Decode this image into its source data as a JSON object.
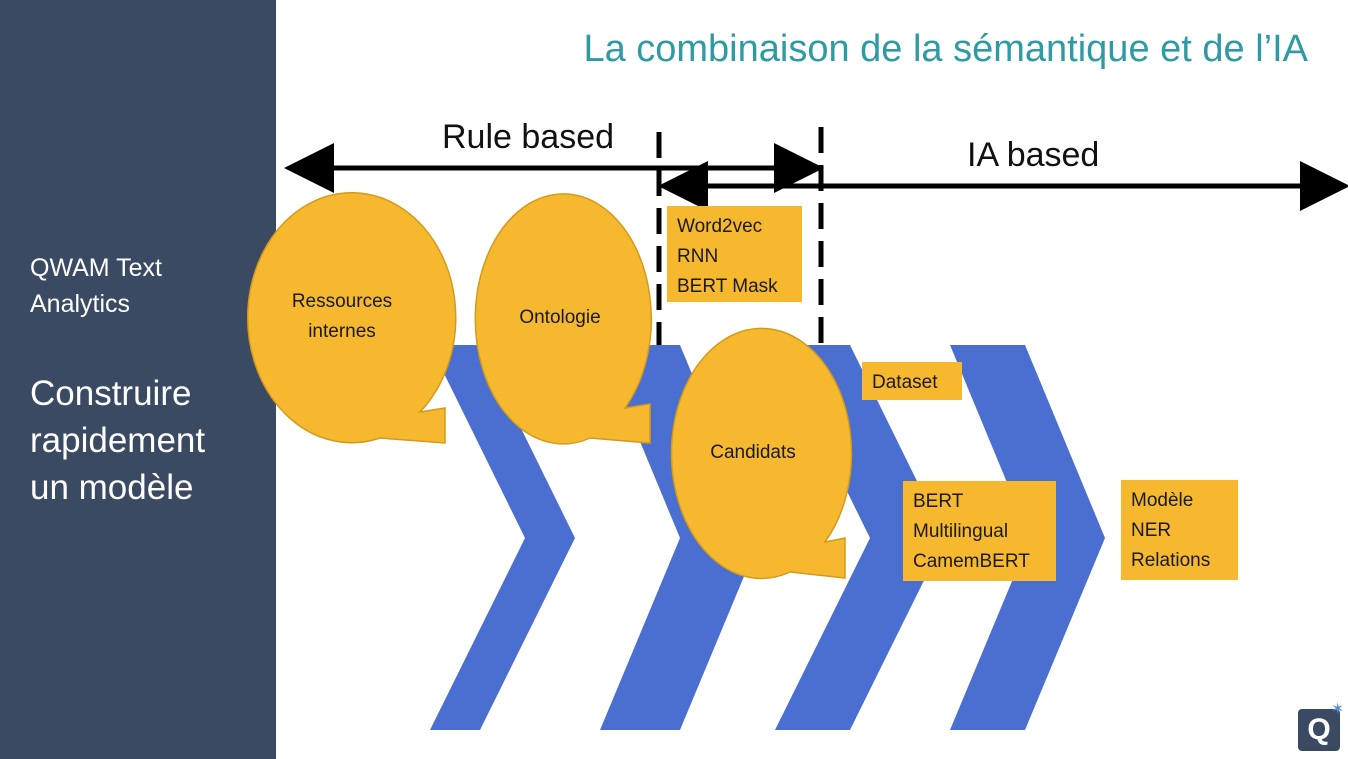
{
  "title": "La combinaison de la sémantique et de l’IA",
  "sidebar": {
    "brand": "QWAM Text\nAnalytics",
    "headline": "Construire\nrapidement\nun modèle"
  },
  "phases": {
    "rule_based": "Rule based",
    "ia_based": "IA based"
  },
  "bubbles": {
    "ressources": "Ressources\ninternes",
    "ontologie": "Ontologie",
    "candidats": "Candidats"
  },
  "boxes": {
    "word2vec": "Word2vec\nRNN\nBERT Mask",
    "dataset": "Dataset",
    "bert": "BERT\nMultilingual\nCamemBERT",
    "modele": "Modèle\nNER\nRelations"
  },
  "logo": "Q",
  "colors": {
    "sidebar": "#3a4a63",
    "title": "#2e9aa3",
    "chevron": "#4a6fd0",
    "bubble": "#f5b82e"
  }
}
